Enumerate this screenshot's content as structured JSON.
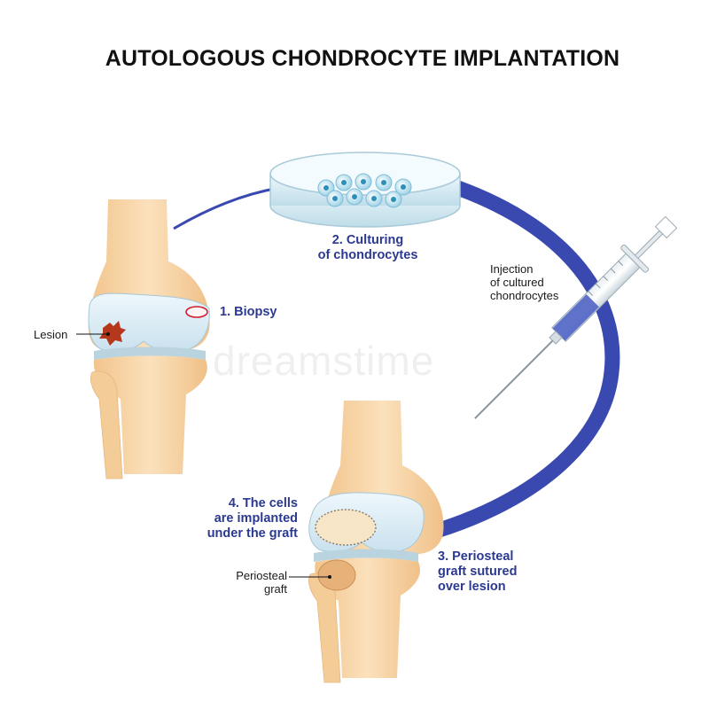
{
  "title": "AUTOLOGOUS CHONDROCYTE IMPLANTATION",
  "steps": [
    {
      "line1": "1. Biopsy",
      "line2": "",
      "line3": ""
    },
    {
      "line1": "2. Culturing",
      "line2": "of chondrocytes",
      "line3": ""
    },
    {
      "line1": "3. Periosteal",
      "line2": "graft sutured",
      "line3": "over lesion"
    },
    {
      "line1": "4. The cells",
      "line2": "are implanted",
      "line3": "under the graft"
    }
  ],
  "notes": {
    "lesion": "Lesion",
    "injection": [
      "Injection",
      "of cultured",
      "chondrocytes"
    ],
    "graft": [
      "Periosteal",
      "graft"
    ]
  },
  "watermark": "dreamstime",
  "colors": {
    "accent": "#2b3990",
    "arc": "#3949b0",
    "bone": "#f6d3a4",
    "cartilage": "#dcedf7",
    "lesion": "#b5371c",
    "meniscus": "#b9d3df"
  }
}
